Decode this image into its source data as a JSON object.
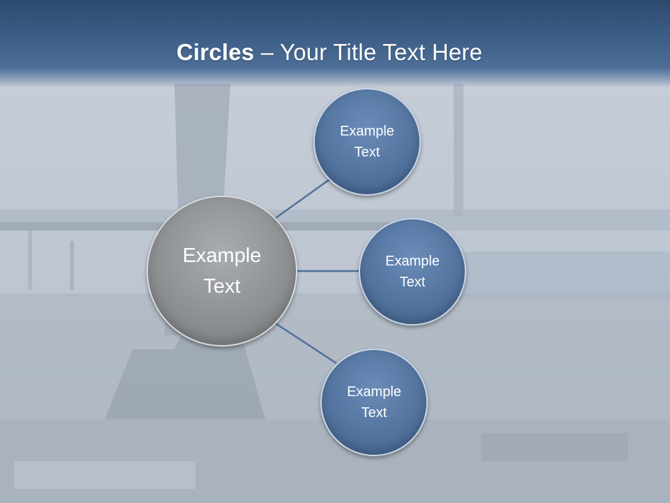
{
  "slide": {
    "title_bold": "Circles",
    "title_rest": " – Your Title Text Here"
  },
  "circles": {
    "center": "Example Text",
    "top": "Example Text",
    "middle": "Example Text",
    "bottom": "Example Text"
  },
  "colors": {
    "title_bar": "#3d5f88",
    "center_circle": "#8e9194",
    "outer_circles": "#53749f",
    "connector": "#4e6f97"
  }
}
